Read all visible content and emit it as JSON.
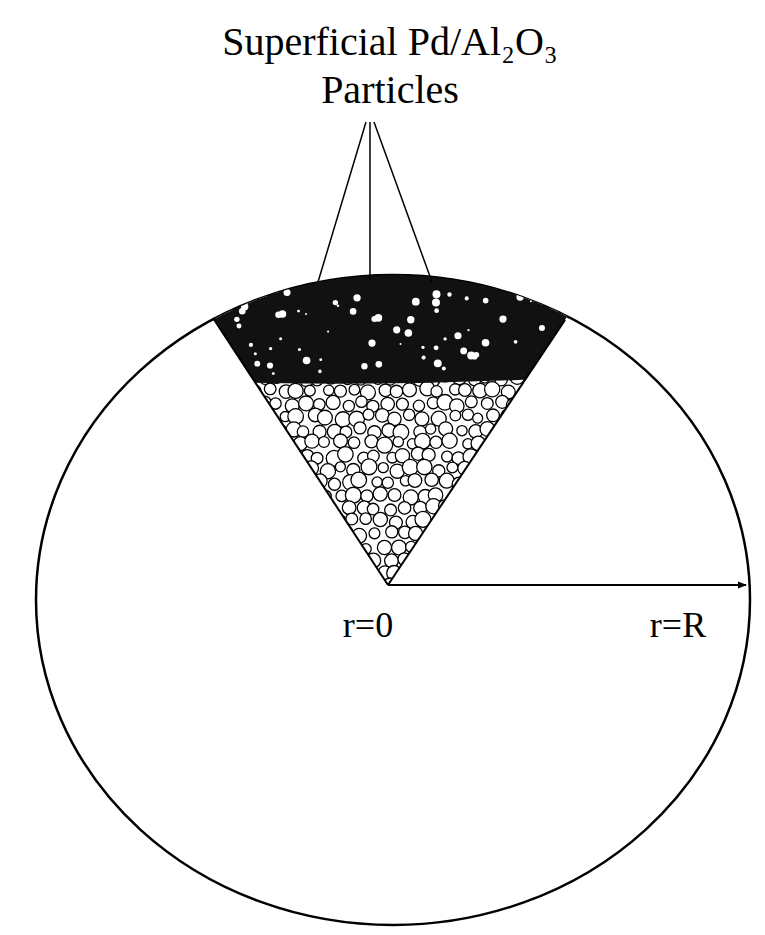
{
  "diagram": {
    "labels": [
      "Superficial Pd/Al₂O₃ Particles",
      "r=0",
      "r=R"
    ]
  }
}
